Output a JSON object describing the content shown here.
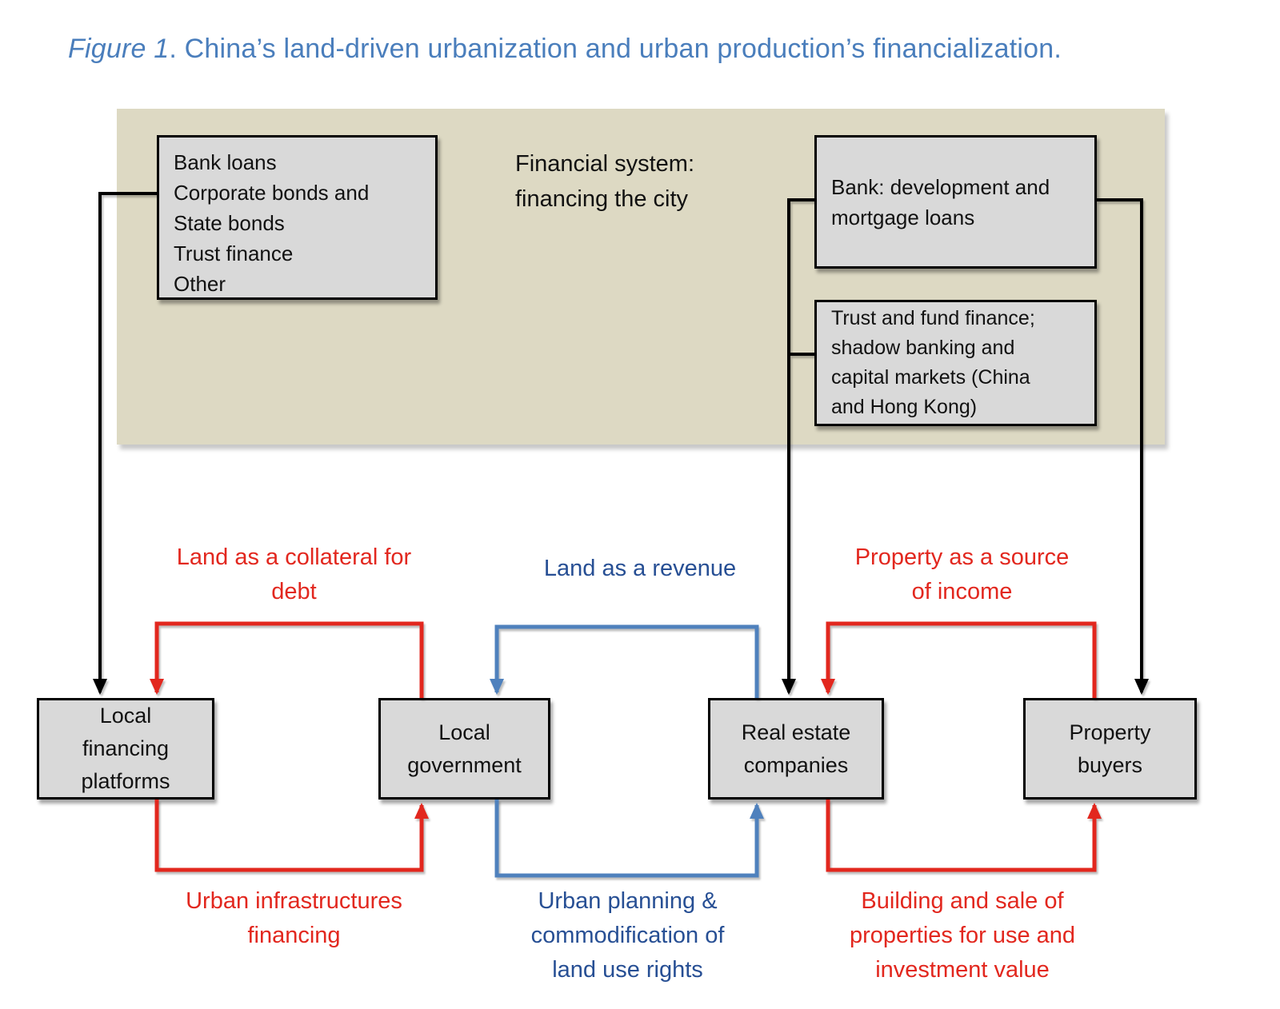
{
  "title": {
    "figure_label": "Figure 1",
    "rest": ". China’s land-driven urbanization and urban production’s financialization."
  },
  "colors": {
    "title-blue": "#4a7ebc",
    "flow-red": "#e2271e",
    "arrow-blue": "#4f81bd",
    "label-blue": "#274f94",
    "panel-beige": "#ddd9c3",
    "box-gray": "#d9d9d9",
    "line-black": "#000000"
  },
  "financial_system": {
    "label": "Financial system:\nfinancing the city",
    "sources_box": "Bank loans\nCorporate bonds and\nState bonds\nTrust finance\nOther",
    "bank_box": "Bank: development and\nmortgage loans",
    "trust_box": "Trust and fund finance;\nshadow banking and\ncapital markets (China\nand Hong Kong)"
  },
  "actors": {
    "local_financing_platforms": "Local\nfinancing\nplatforms",
    "local_government": "Local\ngovernment",
    "real_estate_companies": "Real estate\ncompanies",
    "property_buyers": "Property\nbuyers"
  },
  "flows": {
    "land_collateral": "Land as a collateral for\ndebt",
    "land_revenue": "Land as a revenue",
    "property_income": "Property as a source\nof income",
    "urban_infra": "Urban infrastructures\nfinancing",
    "urban_planning": "Urban planning &\ncommodification of\nland use rights",
    "building_sale": "Building and sale of\nproperties for use and\ninvestment value"
  }
}
